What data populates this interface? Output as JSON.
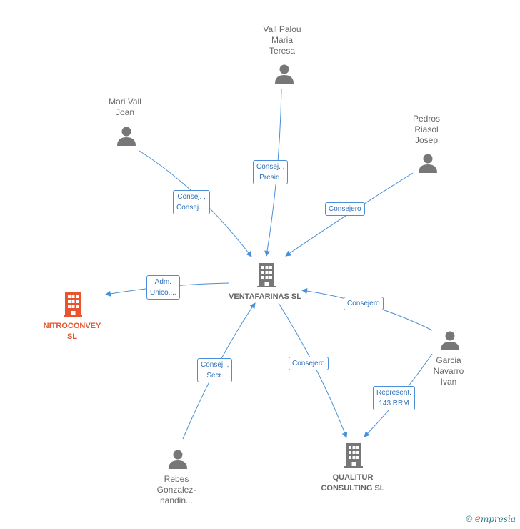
{
  "nodes": {
    "vall_palou": {
      "lines": [
        "Vall Palou",
        "Maria",
        "Teresa"
      ],
      "icon": "person-icon"
    },
    "mari_vall": {
      "lines": [
        "Mari Vall",
        "Joan"
      ],
      "icon": "person-icon"
    },
    "pedros": {
      "lines": [
        "Pedros",
        "Riasol",
        "Josep"
      ],
      "icon": "person-icon"
    },
    "ventafarinas": {
      "lines": [
        "VENTAFARINAS SL"
      ],
      "icon": "building-icon"
    },
    "nitroconvey": {
      "lines": [
        "NITROCONVEY",
        "SL"
      ],
      "icon": "building-icon"
    },
    "garcia": {
      "lines": [
        "Garcia",
        "Navarro",
        "Ivan"
      ],
      "icon": "person-icon"
    },
    "rebes": {
      "lines": [
        "Rebes",
        "Gonzalez-",
        "nandin..."
      ],
      "icon": "person-icon"
    },
    "qualitur": {
      "lines": [
        "QUALITUR",
        "CONSULTING SL"
      ],
      "icon": "building-icon"
    }
  },
  "edges": {
    "vall_palou": [
      "Consej. ,",
      "Presid."
    ],
    "mari_vall": [
      "Consej. ,",
      "Consej...."
    ],
    "pedros": [
      "Consejero"
    ],
    "nitroconvey": [
      "Adm.",
      "Unico,..."
    ],
    "garcia_venta": [
      "Consejero"
    ],
    "rebes": [
      "Consej. ,",
      "Secr."
    ],
    "venta_qualitur": [
      "Consejero"
    ],
    "garcia_qualitur": [
      "Represent.",
      "143 RRM"
    ]
  },
  "colors": {
    "edge": "#4a8fd8",
    "node_icon": "#777777",
    "highlight": "#e8542f",
    "label_text": "#2f6fb8"
  },
  "footer": {
    "copyright": "©",
    "brand_e": "e",
    "brand_rest": "mpresia"
  }
}
